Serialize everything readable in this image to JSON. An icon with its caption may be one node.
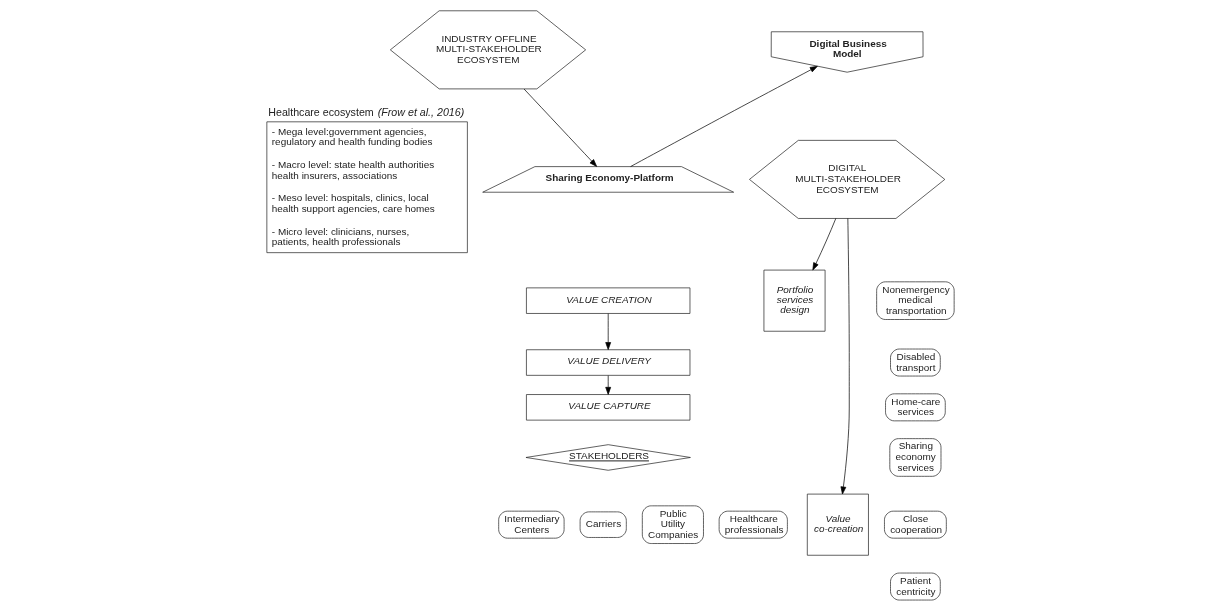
{
  "diagram": {
    "nodes": [
      {
        "text": [
          "INDUSTRY OFFLINE MULTI-STAKEHOLDER ECOSYSTEM"
        ]
      },
      {
        "text": [
          "Healthcare ecosystem *(Frow et al., 2016)*",
          "- Mega level:government agencies, regulatory and health funding bodies",
          "- Macro level: state health authorities health insurers, associations",
          "- Meso level: hospitals, clinics, local health support agencies, care homes",
          "- Micro level: clinicians, nurses, patients, health professionals"
        ]
      },
      {
        "text": [
          "Digital Business Model"
        ]
      },
      {
        "text": [
          "Sharing Economy-Platform"
        ]
      },
      {
        "text": [
          "VALUE CREATION"
        ]
      },
      {
        "text": [
          "VALUE DELIVERY"
        ]
      },
      {
        "text": [
          "VALUE CAPTURE"
        ]
      },
      {
        "text": [
          "STAKEHOLDERS"
        ]
      },
      {
        "text": [
          "Intermediary Centers"
        ]
      },
      {
        "text": [
          "Carriers"
        ]
      },
      {
        "text": [
          "Public Utility Companies"
        ]
      },
      {
        "text": [
          "Healthcare professionals"
        ]
      },
      {
        "text": [
          "DIGITAL MULTI-STAKEHOLDER ECOSYSTEM"
        ]
      },
      {
        "text": [
          "Portfolio services design"
        ]
      },
      {
        "text": [
          "Nonemergency medical transportation"
        ]
      },
      {
        "text": [
          "Disabled transport"
        ]
      },
      {
        "text": [
          "Home-care services"
        ]
      },
      {
        "text": [
          "Sharing economy services"
        ]
      },
      {
        "text": [
          "Value co-creation"
        ]
      },
      {
        "text": [
          "Close cooperation"
        ]
      },
      {
        "text": [
          "Patient centricity"
        ]
      }
    ],
    "edges": [
      {
        "from": 0,
        "to": 3,
        "arrow": "to"
      },
      {
        "from": 3,
        "to": 2,
        "arrow": "to"
      },
      {
        "from": 4,
        "to": 5,
        "arrow": "to"
      },
      {
        "from": 5,
        "to": 6,
        "arrow": "to"
      },
      {
        "from": 12,
        "to": 13,
        "arrow": "to"
      },
      {
        "from": 12,
        "to": 18,
        "arrow": "to"
      }
    ]
  }
}
